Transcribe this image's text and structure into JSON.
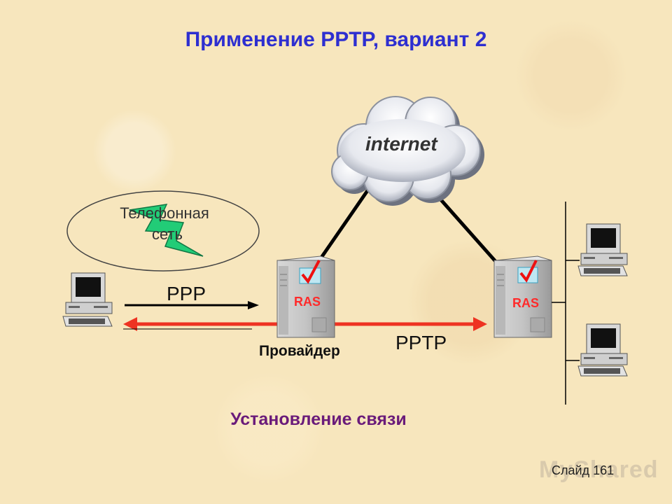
{
  "title": "Применение PPTP, вариант 2",
  "cloud_label": "internet",
  "phone_network": {
    "line1": "Телефонная",
    "line2": "сеть"
  },
  "ppp_label": "PPP",
  "pptp_label": "PPTP",
  "provider_label": "Провайдер",
  "ras_label_left": "RAS",
  "ras_label_right": "RAS",
  "caption": "Установление связи",
  "slide_number": "Слайд 161",
  "watermark": "MyShared",
  "colors": {
    "title": "#2e2fd0",
    "caption": "#6a1b7a",
    "pptp_arrow": "#ee3322",
    "ras_text": "#ff2a2a",
    "lightning": "#22cc77"
  }
}
